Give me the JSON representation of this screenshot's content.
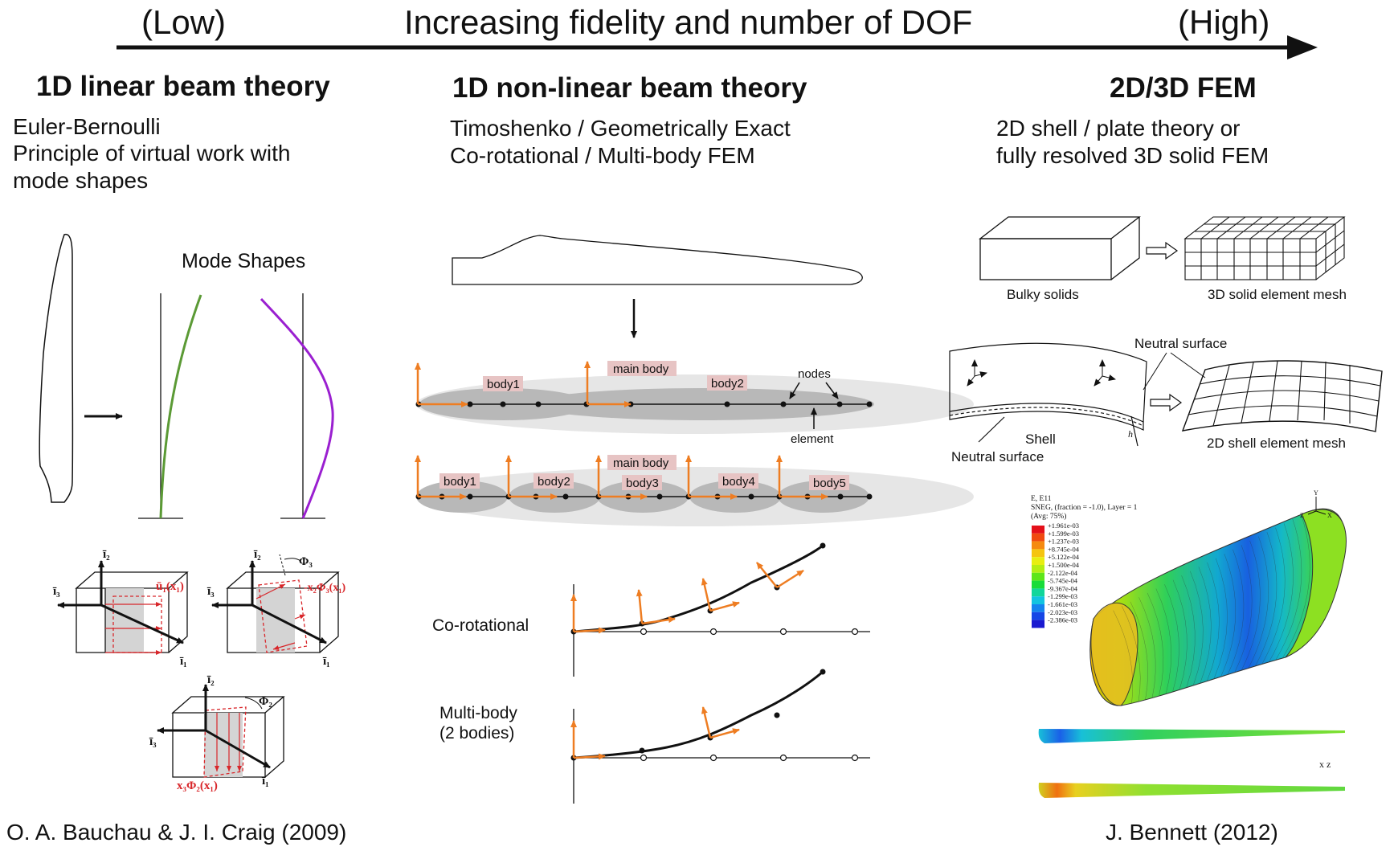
{
  "header": {
    "low": "(Low)",
    "title": "Increasing fidelity and number of DOF",
    "high": "(High)"
  },
  "col1": {
    "heading": "1D linear beam theory",
    "lines": [
      "Euler-Bernoulli",
      "Principle of virtual work with",
      "mode shapes"
    ],
    "mode_shapes": "Mode Shapes",
    "credit": "O. A. Bauchau & J. I. Craig (2009)",
    "cube_labels": {
      "i1": "ī₁",
      "i2": "ī₂",
      "i3": "ī₃",
      "u1": "ū₁(x₁)",
      "phi3": "Φ₃",
      "x2phi3": "-x₂Φ₃(x₁)",
      "phi2": "Φ₂",
      "x3phi2": "x₃Φ₂(x₁)"
    }
  },
  "col2": {
    "heading": "1D non-linear beam theory",
    "lines": [
      "Timoshenko / Geometrically Exact",
      "Co-rotational / Multi-body FEM"
    ],
    "beam1": {
      "main_body": "main body",
      "body1": "body1",
      "body2": "body2",
      "nodes": "nodes",
      "element": "element"
    },
    "beam2": {
      "main_body": "main body",
      "bodies": [
        "body1",
        "body2",
        "body3",
        "body4",
        "body5"
      ]
    },
    "corotational": "Co-rotational",
    "multibody": [
      "Multi-body",
      "(2 bodies)"
    ]
  },
  "col3": {
    "heading": "2D/3D FEM",
    "lines": [
      "2D shell / plate theory or",
      "fully resolved 3D solid FEM"
    ],
    "bulky": "Bulky solids",
    "solid_mesh": "3D solid element mesh",
    "neutral_surface_top": "Neutral surface",
    "shell": "Shell",
    "neutral_surface_bottom": "Neutral surface",
    "shell_mesh": "2D shell element mesh",
    "h": "h",
    "legend_title": [
      "E, E11",
      "SNEG, (fraction = -1.0), Layer = 1",
      "(Avg: 75%)"
    ],
    "legend_values": [
      "+1.961e-03",
      "+1.599e-03",
      "+1.237e-03",
      "+8.745e-04",
      "+5.122e-04",
      "+1.500e-04",
      "-2.122e-04",
      "-5.745e-04",
      "-9.367e-04",
      "-1.299e-03",
      "-1.661e-03",
      "-2.023e-03",
      "-2.386e-03"
    ],
    "legend_colors": [
      "#e4101a",
      "#f04a10",
      "#f58a10",
      "#f5c510",
      "#e8ee12",
      "#b4ee14",
      "#5ee61a",
      "#18dc3a",
      "#12d69a",
      "#12c4e0",
      "#1484ee",
      "#1646e6",
      "#1a1ad0"
    ],
    "axes_xz": "x z",
    "triad": {
      "y": "Y",
      "z": "Z",
      "x": "X"
    },
    "credit": "J. Bennett (2012)"
  }
}
